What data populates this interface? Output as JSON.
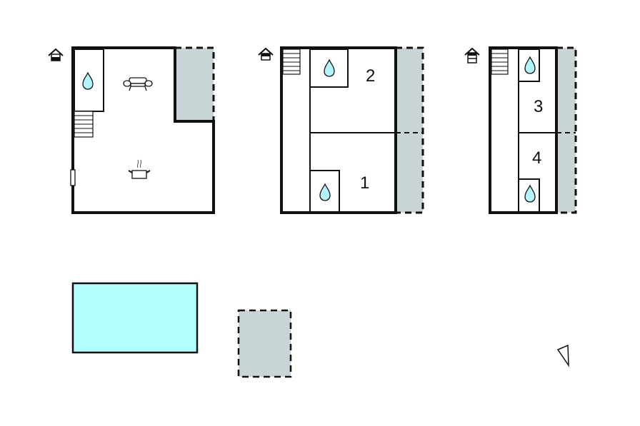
{
  "colors": {
    "wall": "#111111",
    "terrace": "#c8d4d6",
    "water_drop": "#b3f4fb",
    "pool": "#b3feff",
    "background": "#ffffff"
  },
  "floors": [
    {
      "id": "ground",
      "floor_icon": "floor-ground-icon",
      "rooms": [
        "bathroom",
        "living-room",
        "kitchen",
        "stairs",
        "entrance-door"
      ],
      "terrace": "covered-terrace"
    },
    {
      "id": "first",
      "floor_icon": "floor-first-icon",
      "bedrooms": [
        {
          "label": "2",
          "has_bathroom": true
        },
        {
          "label": "1",
          "has_bathroom": true
        }
      ],
      "terrace": "balcony"
    },
    {
      "id": "second",
      "floor_icon": "floor-second-icon",
      "bedrooms": [
        {
          "label": "3",
          "has_bathroom": true
        },
        {
          "label": "4",
          "has_bathroom": true
        }
      ],
      "terrace": "balcony"
    }
  ],
  "labels": {
    "bedroom_1": "1",
    "bedroom_2": "2",
    "bedroom_3": "3",
    "bedroom_4": "4"
  },
  "outdoor": {
    "pool": "swimming-pool",
    "terrace": "outdoor-terrace",
    "compass": "north-arrow-icon"
  }
}
